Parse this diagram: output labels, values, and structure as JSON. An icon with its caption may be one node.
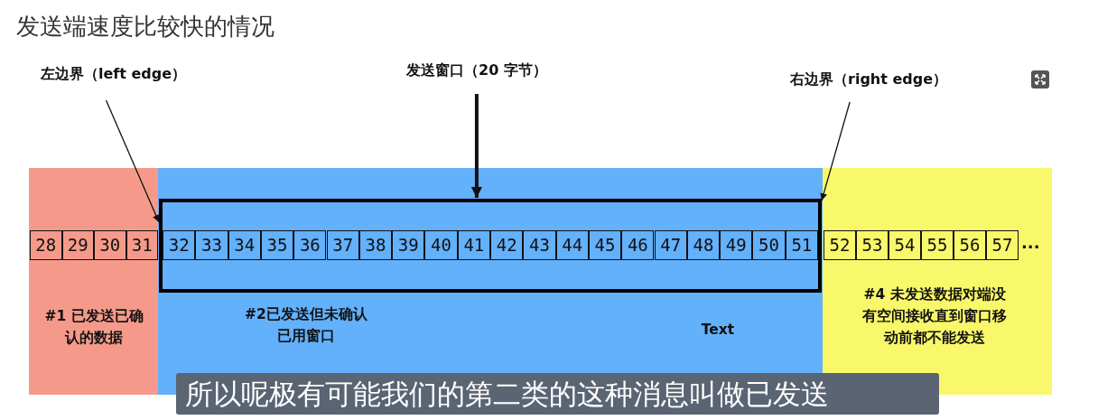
{
  "diagram": {
    "title": "发送端速度比较快的情况",
    "nodes": [
      {
        "text": [
          "左边界（left edge）"
        ]
      },
      {
        "text": [
          "发送窗口（20 字节）"
        ]
      },
      {
        "text": [
          "右边界（right edge）"
        ]
      },
      {
        "text": [
          "#1 已发送已确认的数据"
        ]
      },
      {
        "text": [
          "28"
        ],
        "in": 3
      },
      {
        "text": [
          "29"
        ],
        "in": 3
      },
      {
        "text": [
          "30"
        ],
        "in": 3
      },
      {
        "text": [
          "31"
        ],
        "in": 3
      },
      {
        "text": [
          "#2已发送但未确认已用窗口",
          "Text"
        ]
      },
      {
        "text": [],
        "shape": "box",
        "in": 8
      },
      {
        "text": [
          "32"
        ],
        "in": 9
      },
      {
        "text": [
          "33"
        ],
        "in": 9
      },
      {
        "text": [
          "34"
        ],
        "in": 9
      },
      {
        "text": [
          "35"
        ],
        "in": 9
      },
      {
        "text": [
          "36"
        ],
        "in": 9
      },
      {
        "text": [
          "37"
        ],
        "in": 9
      },
      {
        "text": [
          "38"
        ],
        "in": 9
      },
      {
        "text": [
          "39"
        ],
        "in": 9
      },
      {
        "text": [
          "40"
        ],
        "in": 9
      },
      {
        "text": [
          "41"
        ],
        "in": 9
      },
      {
        "text": [
          "42"
        ],
        "in": 9
      },
      {
        "text": [
          "43"
        ],
        "in": 9
      },
      {
        "text": [
          "44"
        ],
        "in": 9
      },
      {
        "text": [
          "45"
        ],
        "in": 9
      },
      {
        "text": [
          "46"
        ],
        "in": 9
      },
      {
        "text": [
          "47"
        ],
        "in": 9
      },
      {
        "text": [
          "48"
        ],
        "in": 9
      },
      {
        "text": [
          "49"
        ],
        "in": 9
      },
      {
        "text": [
          "50"
        ],
        "in": 9
      },
      {
        "text": [
          "51"
        ],
        "in": 9
      },
      {
        "text": [
          "#4 未发送数据对端没有空间接收直到窗口移动前都不能发送"
        ]
      },
      {
        "text": [
          "52"
        ],
        "in": 30
      },
      {
        "text": [
          "53"
        ],
        "in": 30
      },
      {
        "text": [
          "54"
        ],
        "in": 30
      },
      {
        "text": [
          "55"
        ],
        "in": 30
      },
      {
        "text": [
          "56"
        ],
        "in": 30
      },
      {
        "text": [
          "57"
        ],
        "in": 30
      }
    ],
    "edges": [
      {
        "from": 0,
        "to": 9,
        "arrow": "to"
      },
      {
        "from": 1,
        "to": 9,
        "arrow": "to",
        "style": "thick"
      },
      {
        "from": 2,
        "to": 9,
        "arrow": "to"
      }
    ],
    "labels": [
      "...",
      "所以呢极有可能我们的第二类的这种消息叫做已发送"
    ]
  }
}
